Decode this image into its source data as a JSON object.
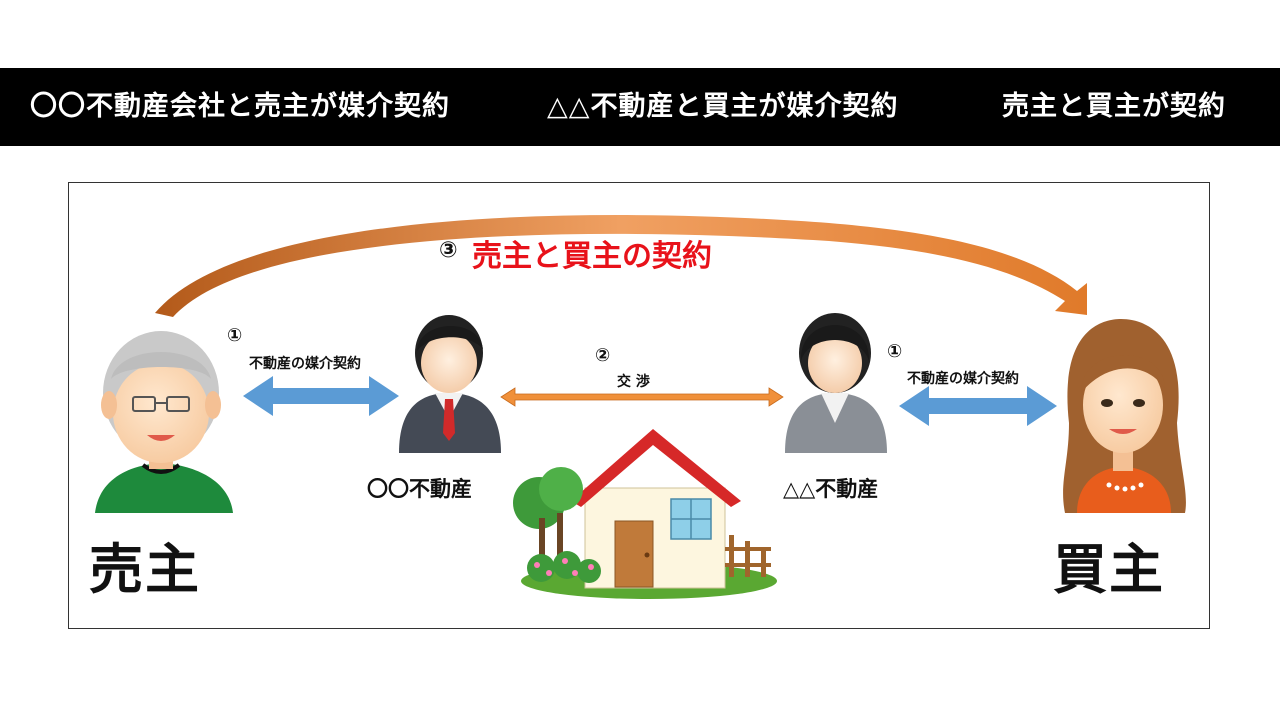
{
  "header": {
    "items": [
      "〇〇不動産会社と売主が媒介契約",
      "△△不動産と買主が媒介契約",
      "売主と買主が契約"
    ]
  },
  "diagram": {
    "contract": {
      "number": "③",
      "label": "売主と買主の契約"
    },
    "left_link": {
      "number": "①",
      "label": "不動産の媒介契約"
    },
    "middle_link": {
      "number": "②",
      "label": "交 渉"
    },
    "right_link": {
      "number": "①",
      "label": "不動産の媒介契約"
    },
    "left_agent": "〇〇不動産",
    "right_agent": "△△不動産",
    "seller": "売主",
    "buyer": "買主"
  },
  "colors": {
    "banner_bg": "#000000",
    "contract_text": "#e8121a",
    "contract_arrow": "#e07a2a",
    "mediation_arrow": "#5b9bd5",
    "negotiation_arrow": "#f0903a",
    "house_roof": "#d62828"
  },
  "icons": [
    "seller-illustration",
    "buyer-illustration",
    "agent-illustration",
    "house-illustration"
  ]
}
